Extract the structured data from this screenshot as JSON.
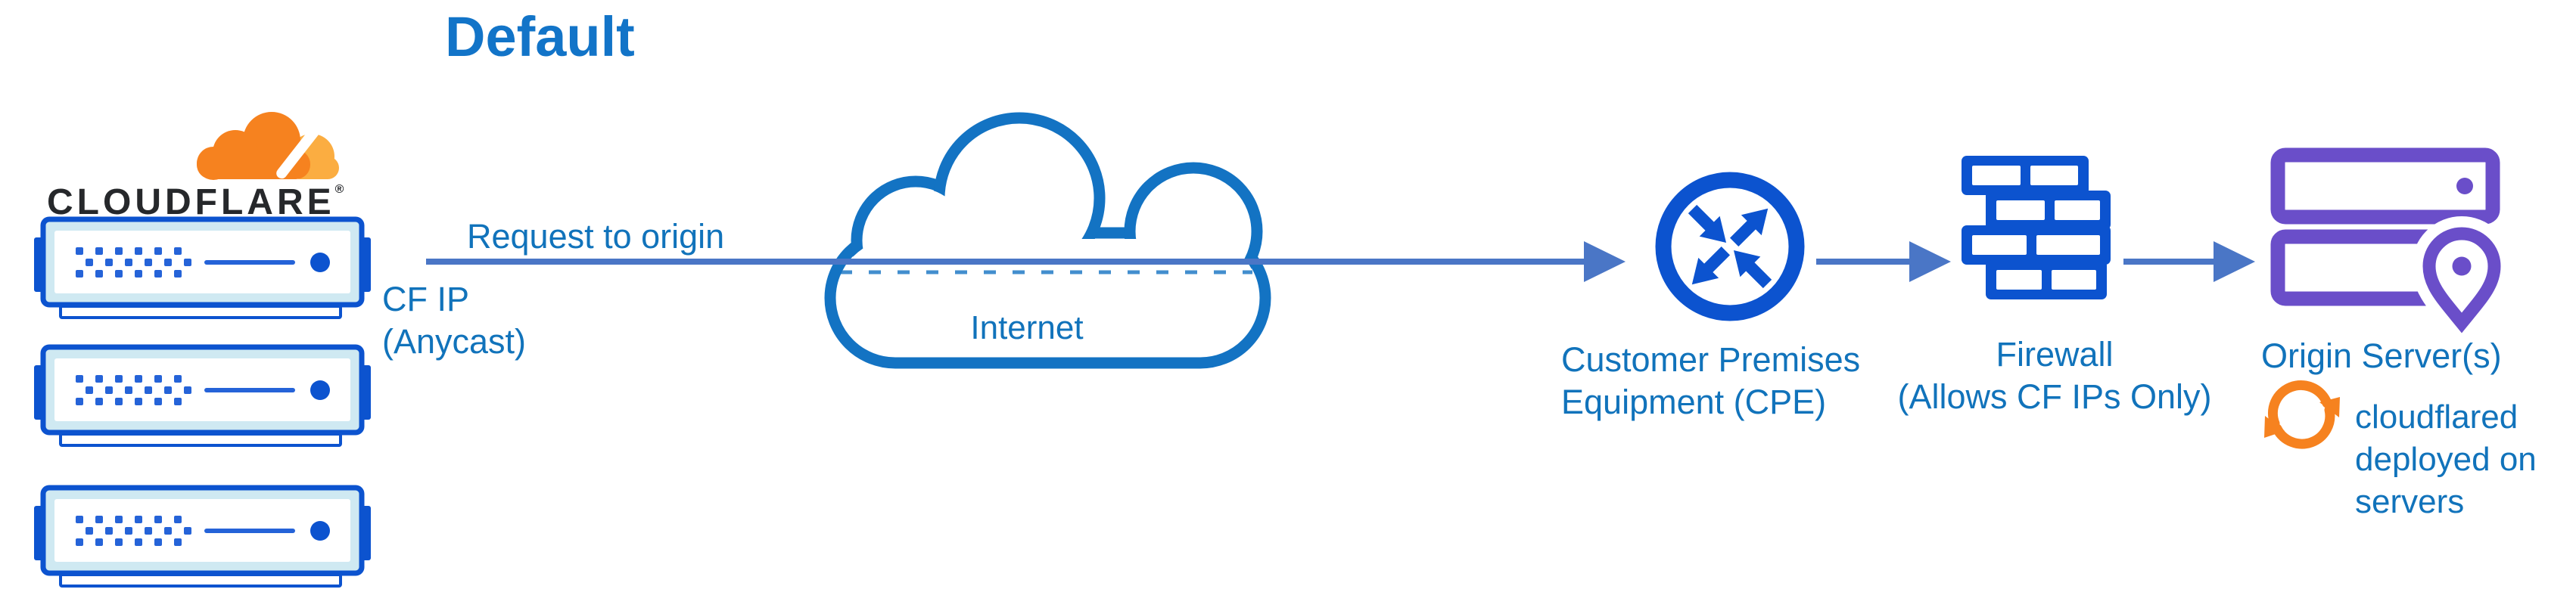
{
  "title": "Default",
  "cloudflare": {
    "wordmark": "CLOUDFLARE",
    "registered": "®"
  },
  "labels": {
    "request_to_origin": "Request to origin",
    "cf_ip_line1": "CF IP",
    "cf_ip_line2": "(Anycast)",
    "internet": "Internet",
    "cpe_line1": "Customer Premises",
    "cpe_line2": "Equipment (CPE)",
    "firewall_line1": "Firewall",
    "firewall_line2": "(Allows CF IPs Only)",
    "origin_servers": "Origin Server(s)",
    "cloudflared_line1": "cloudflared",
    "cloudflared_line2": "deployed on",
    "cloudflared_line3": "servers"
  },
  "icons": {
    "cloudflare_logo": "orange-cloud-logo",
    "edge_servers": "three stacked rack servers (blue outline)",
    "internet": "cloud outline",
    "cpe": "router circle with four diagonal arrows",
    "firewall": "brick wall",
    "origin": "two server bars with location pin (purple)",
    "cloudflared": "orange circular sync arrows"
  },
  "colors": {
    "title_blue": "#1274c8",
    "label_blue": "#1173bb",
    "icon_blue": "#0c53cf",
    "dot_blue": "#2563d8",
    "server_bezel": "#cfe9f2",
    "arrow_blue": "#4a76c6",
    "cloud_blue": "#1373c3",
    "purple": "#6a4ec9",
    "orange": "#f6821f",
    "orange_light": "#fbad41",
    "wordmark_dark": "#26282b"
  }
}
